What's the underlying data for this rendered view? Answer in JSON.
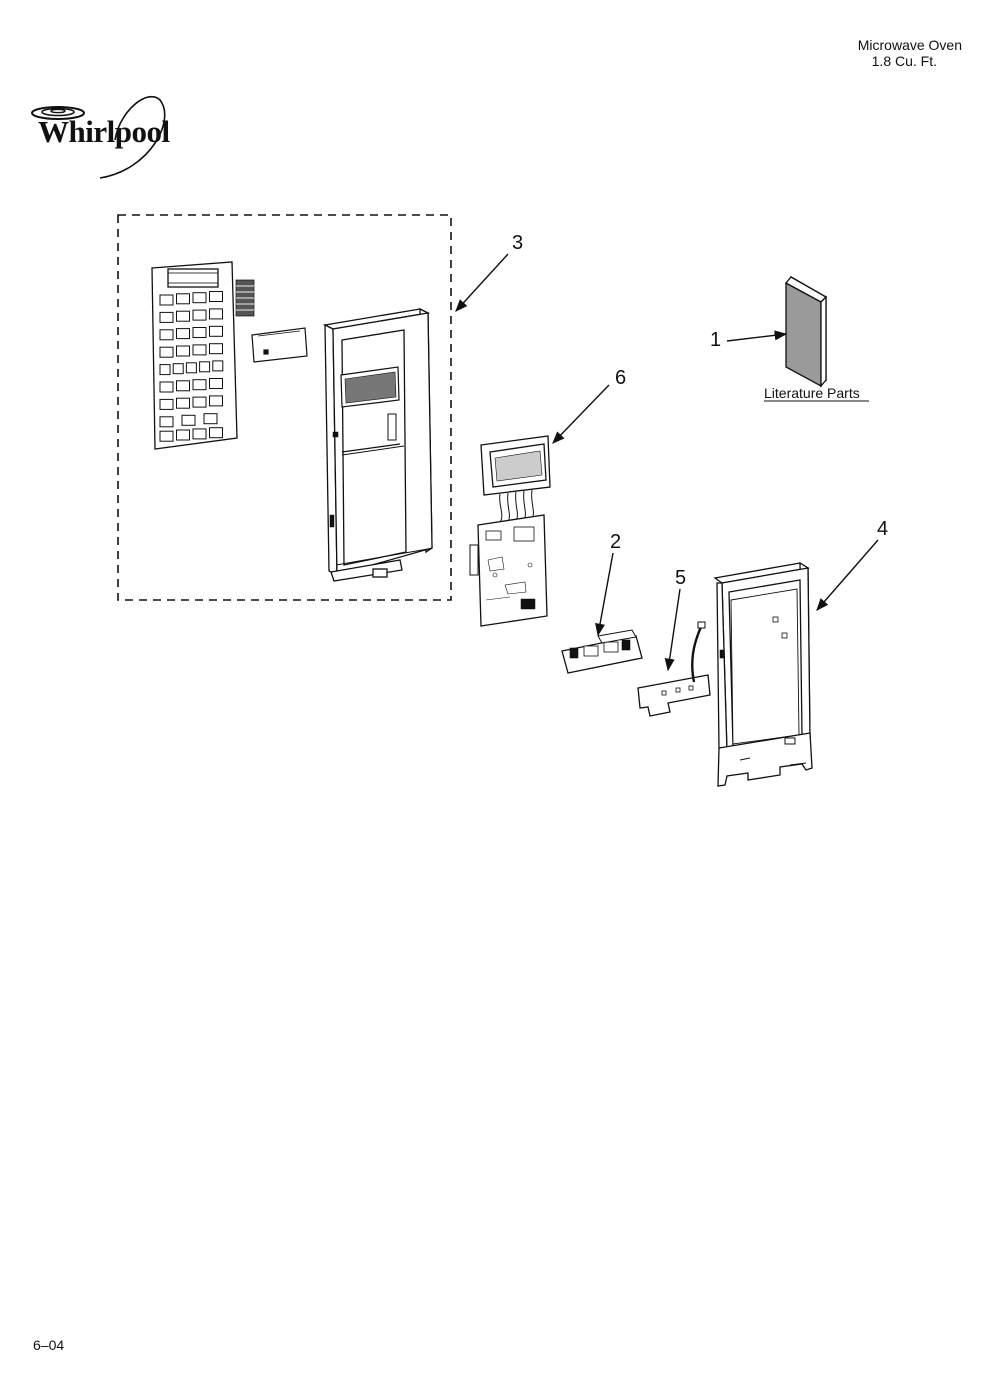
{
  "header": {
    "line1": "Microwave Oven",
    "line2": "1.8 Cu. Ft."
  },
  "brand": {
    "logo_text": "Whirlpool"
  },
  "callouts": {
    "part1": "1",
    "part2": "2",
    "part3": "3",
    "part4": "4",
    "part5": "5",
    "part6": "6"
  },
  "literature_label": "Literature Parts",
  "footer": {
    "code": "6–04"
  },
  "colors": {
    "ink": "#111111",
    "paper": "#ffffff",
    "shade": "#9a9a9a"
  }
}
